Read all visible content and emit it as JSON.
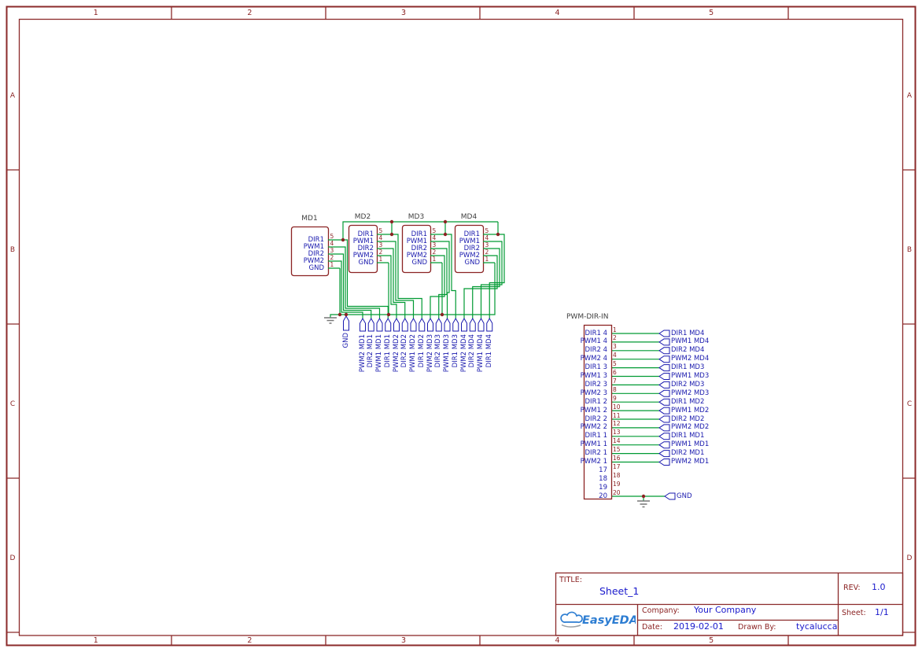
{
  "frame": {
    "cols": [
      "1",
      "2",
      "3",
      "4",
      "5"
    ],
    "rows": [
      "A",
      "B",
      "C",
      "D"
    ]
  },
  "schematic": {
    "md_connectors": [
      {
        "name": "MD1",
        "pins": [
          "DIR1",
          "PWM1",
          "DIR2",
          "PWM2",
          "GND"
        ],
        "numbers": [
          "5",
          "4",
          "3",
          "2",
          "1"
        ]
      },
      {
        "name": "MD2",
        "pins": [
          "DIR1",
          "PWM1",
          "DIR2",
          "PWM2",
          "GND"
        ],
        "numbers": [
          "5",
          "4",
          "3",
          "2",
          "1"
        ]
      },
      {
        "name": "MD3",
        "pins": [
          "DIR1",
          "PWM1",
          "DIR2",
          "PWM2",
          "GND"
        ],
        "numbers": [
          "5",
          "4",
          "3",
          "2",
          "1"
        ]
      },
      {
        "name": "MD4",
        "pins": [
          "DIR1",
          "PWM1",
          "DIR2",
          "PWM2",
          "GND"
        ],
        "numbers": [
          "5",
          "4",
          "3",
          "2",
          "1"
        ]
      }
    ],
    "gnd_label": "GND",
    "net_flags_vertical": [
      "PWM2 MD1",
      "DIR2 MD1",
      "PWM1 MD1",
      "DIR1 MD1",
      "PWM2 MD2",
      "DIR2 MD2",
      "PWM1 MD2",
      "DIR1 MD2",
      "PWM2 MD3",
      "DIR2 MD3",
      "PWM1 MD3",
      "DIR1 MD3",
      "PWM2 MD4",
      "DIR2 MD4",
      "PWM1 MD4",
      "DIR1 MD4"
    ],
    "main_connector": {
      "name": "PWM-DIR-IN",
      "pin_names": [
        "DIR1 4",
        "PWM1 4",
        "DIR2 4",
        "PWM2 4",
        "DIR1 3",
        "PWM1 3",
        "DIR2 3",
        "PWM2 3",
        "DIR1 2",
        "PWM1 2",
        "DIR2 2",
        "PWM2 2",
        "DIR1 1",
        "PWM1 1",
        "DIR2 1",
        "PWM2 1",
        "17",
        "18",
        "19",
        "20"
      ],
      "pin_numbers": [
        "1",
        "2",
        "3",
        "4",
        "5",
        "6",
        "7",
        "8",
        "9",
        "10",
        "11",
        "12",
        "13",
        "14",
        "15",
        "16",
        "17",
        "18",
        "19",
        "20"
      ],
      "net_flags": [
        "DIR1 MD4",
        "PWM1 MD4",
        "DIR2 MD4",
        "PWM2 MD4",
        "DIR1 MD3",
        "PWM1 MD3",
        "DIR2 MD3",
        "PWM2 MD3",
        "DIR1 MD2",
        "PWM1 MD2",
        "DIR2 MD2",
        "PWM2 MD2",
        "DIR1 MD1",
        "PWM1 MD1",
        "DIR2 MD1",
        "PWM2 MD1"
      ],
      "gnd_flag": "GND"
    }
  },
  "title_block": {
    "title_label": "TITLE:",
    "title": "Sheet_1",
    "rev_label": "REV:",
    "rev": "1.0",
    "company_label": "Company:",
    "company": "Your Company",
    "sheet_label": "Sheet:",
    "sheet": "1/1",
    "date_label": "Date:",
    "date": "2019-02-01",
    "drawn_label": "Drawn By:",
    "drawn_by": "tycalucca",
    "logo_text": "EasyEDA"
  },
  "colors": {
    "frame": "#8b2a2a",
    "component": "#8b2323",
    "wire": "#009a33",
    "net_label": "#1a1aae",
    "value_text": "#1a1acc",
    "logo": "#2d7dd2"
  }
}
